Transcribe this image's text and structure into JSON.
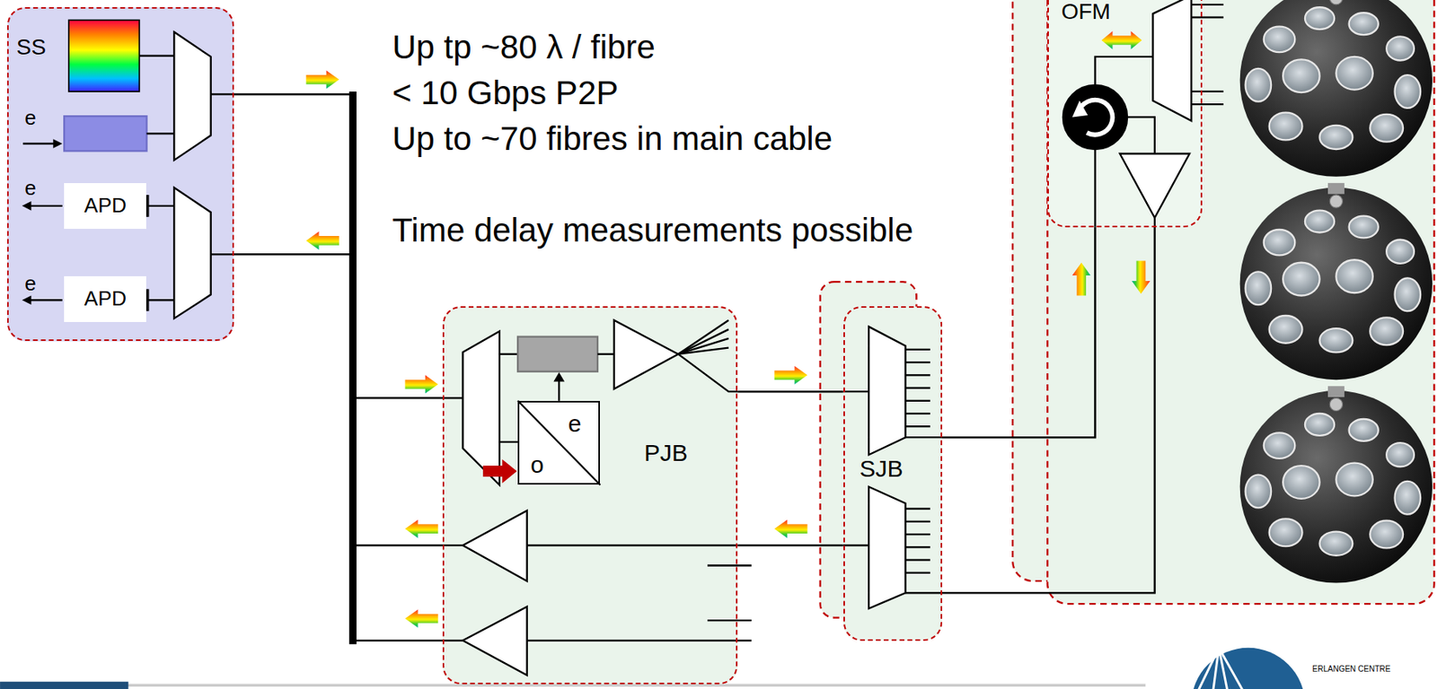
{
  "diagram": {
    "nodes": [
      {
        "text": [
          "SS"
        ]
      },
      {
        "text": [
          "APD"
        ],
        "in": 0
      },
      {
        "text": [
          "APD"
        ],
        "in": 0
      },
      {
        "text": [
          "PJB"
        ]
      },
      {
        "text": [
          "e",
          "o"
        ],
        "in": 3
      },
      {
        "text": [
          "SJB"
        ]
      },
      {
        "text": [
          "OFM"
        ]
      }
    ],
    "edges": [
      {
        "from": 0,
        "to": 3,
        "arrow": "none"
      },
      {
        "from": 3,
        "to": 0,
        "arrow": "none"
      },
      {
        "from": 3,
        "to": 5,
        "arrow": "none"
      },
      {
        "from": 5,
        "to": 3,
        "arrow": "none"
      },
      {
        "from": 5,
        "to": 6,
        "arrow": "none"
      },
      {
        "from": 6,
        "to": 5,
        "arrow": "none"
      }
    ],
    "labels": [
      "Up tp ~80 λ / fibre",
      "< 10 Gbps P2P",
      "Up to ~70 fibres in main cable",
      "Time delay measurements possible",
      "e",
      "e",
      "e",
      "ERLANGEN CENTRE"
    ]
  }
}
